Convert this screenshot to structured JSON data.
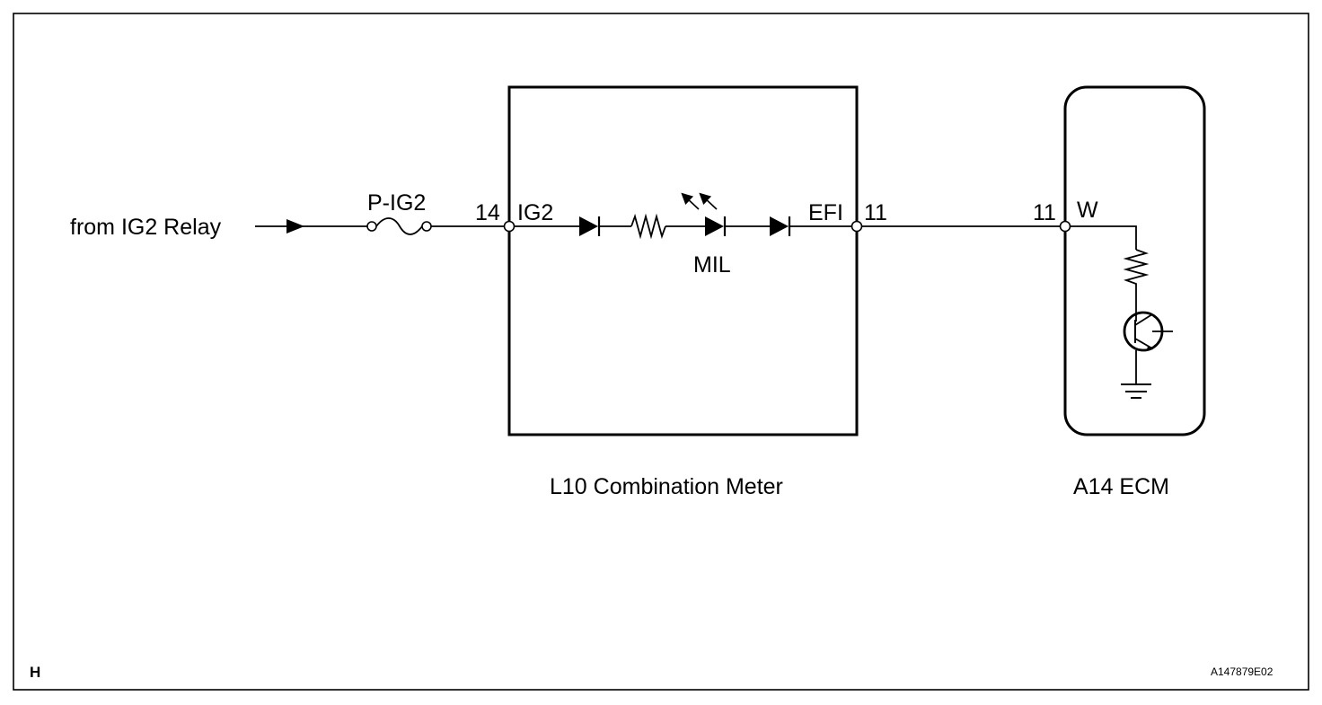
{
  "source_label": "from IG2 Relay",
  "fuse_label": "P-IG2",
  "combination_meter": {
    "name": "L10  Combination Meter",
    "pin_in_number": "14",
    "pin_in_name": "IG2",
    "pin_out_name": "EFI",
    "pin_out_number": "11",
    "lamp_label": "MIL"
  },
  "ecm": {
    "name": "A14  ECM",
    "pin_number": "11",
    "pin_name": "W"
  },
  "corner_code": "H",
  "figure_id": "A147879E02"
}
